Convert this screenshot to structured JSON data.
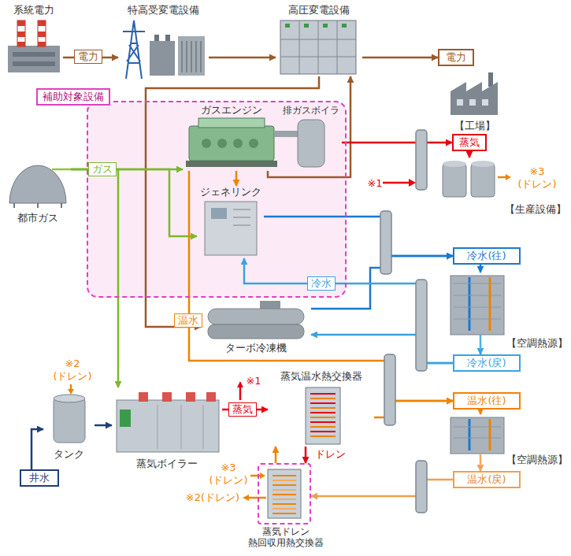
{
  "diagram": {
    "nodes": [
      {
        "text": [
          "系統電力"
        ]
      },
      {
        "text": [
          "特高受変電設備"
        ]
      },
      {
        "text": [
          "高圧変電設備"
        ]
      },
      {
        "text": [
          "電力"
        ]
      },
      {
        "text": [
          "【工場】"
        ]
      },
      {
        "text": [
          "補助対象設備"
        ]
      },
      {
        "text": [
          "ガスエンジン"
        ],
        "in": 5
      },
      {
        "text": [
          "排ガスボイラ"
        ],
        "in": 5
      },
      {
        "text": [
          "ジェネリンク"
        ],
        "in": 5
      },
      {
        "text": [
          "都市ガス"
        ]
      },
      {
        "text": [
          "蒸気"
        ]
      },
      {
        "text": [
          "【生産設備】"
        ]
      },
      {
        "text": [
          "冷水(往)"
        ]
      },
      {
        "text": [
          "【空調熱源】"
        ]
      },
      {
        "text": [
          "冷水(戻)"
        ]
      },
      {
        "text": [
          "ターボ冷凍機"
        ]
      },
      {
        "text": [
          "温水(往)"
        ]
      },
      {
        "text": [
          "【空調熱源】"
        ]
      },
      {
        "text": [
          "温水(戻)"
        ]
      },
      {
        "text": [
          "タンク"
        ]
      },
      {
        "text": [
          "井水"
        ]
      },
      {
        "text": [
          "蒸気ボイラー"
        ]
      },
      {
        "text": [
          "蒸気温水熱交換器"
        ]
      },
      {
        "text": [
          "蒸気ドレン 熱回収用熱交換器"
        ]
      }
    ],
    "edges": [
      {
        "from": 0,
        "to": 1,
        "arrow": "to",
        "label": "電力"
      },
      {
        "from": 1,
        "to": 2,
        "arrow": "to"
      },
      {
        "from": 2,
        "to": 3,
        "arrow": "to"
      },
      {
        "from": 2,
        "to": 15,
        "arrow": "to"
      },
      {
        "from": 6,
        "to": 2,
        "arrow": "to"
      },
      {
        "from": 9,
        "to": 6,
        "arrow": "to",
        "label": "ガス"
      },
      {
        "from": 9,
        "to": 8,
        "arrow": "to"
      },
      {
        "from": 9,
        "to": 21,
        "arrow": "to"
      },
      {
        "from": 7,
        "to": 10,
        "arrow": "to"
      },
      {
        "from": 6,
        "to": 8,
        "arrow": "to"
      },
      {
        "from": 6,
        "to": 16,
        "arrow": "to",
        "label": "温水"
      },
      {
        "from": 8,
        "to": 12,
        "arrow": "to"
      },
      {
        "from": 15,
        "to": 12,
        "arrow": "to"
      },
      {
        "from": 14,
        "to": 8,
        "arrow": "to",
        "label": "冷水"
      },
      {
        "from": 14,
        "to": 15,
        "arrow": "to"
      },
      {
        "from": 12,
        "to": 13,
        "arrow": "to"
      },
      {
        "from": 13,
        "to": 14,
        "arrow": "to"
      },
      {
        "from": 10,
        "to": 11,
        "arrow": "to"
      },
      {
        "from": 16,
        "to": 17,
        "arrow": "to"
      },
      {
        "from": 17,
        "to": 18,
        "arrow": "to"
      },
      {
        "from": 20,
        "to": 19,
        "arrow": "to"
      },
      {
        "from": 19,
        "to": 21,
        "arrow": "to"
      },
      {
        "from": 21,
        "to": 22,
        "arrow": "to",
        "label": "蒸気"
      },
      {
        "from": 22,
        "to": 16,
        "arrow": "to"
      },
      {
        "from": 18,
        "to": 23,
        "arrow": "to"
      },
      {
        "from": 23,
        "to": 22,
        "arrow": "to"
      },
      {
        "from": 22,
        "to": 23,
        "arrow": "to",
        "label": "ドレン"
      }
    ],
    "labels": [
      "※1",
      "※3 (ドレン)",
      "※2 (ドレン)",
      "※1",
      "※3 (ドレン)",
      "※2(ドレン)"
    ]
  }
}
